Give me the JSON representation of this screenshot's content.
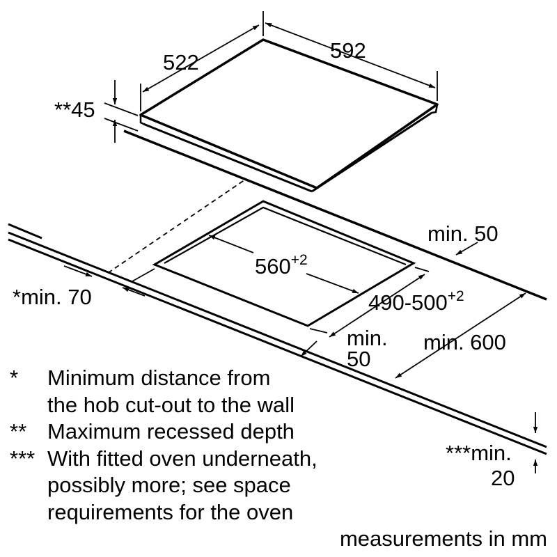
{
  "dimensions": {
    "hob_depth": "522",
    "hob_width": "592",
    "recess_depth": "**45",
    "cutout_width": "560",
    "cutout_width_tol": "+2",
    "cutout_depth": "490-500",
    "cutout_depth_tol": "+2",
    "min_back": "min. 50",
    "min_side": "*min. 70",
    "min_front_line1": "min.",
    "min_front_line2": "50",
    "min_worktop": "min. 600",
    "min_under_line1": "***min.",
    "min_under_line2": "20"
  },
  "notes": [
    {
      "mark": "*",
      "lines": [
        "Minimum distance from",
        "the hob cut-out to the wall"
      ]
    },
    {
      "mark": "**",
      "lines": [
        "Maximum recessed depth"
      ]
    },
    {
      "mark": "***",
      "lines": [
        "With fitted oven underneath,",
        "possibly more; see space",
        "requirements for the oven"
      ]
    }
  ],
  "footer": "measurements in mm"
}
